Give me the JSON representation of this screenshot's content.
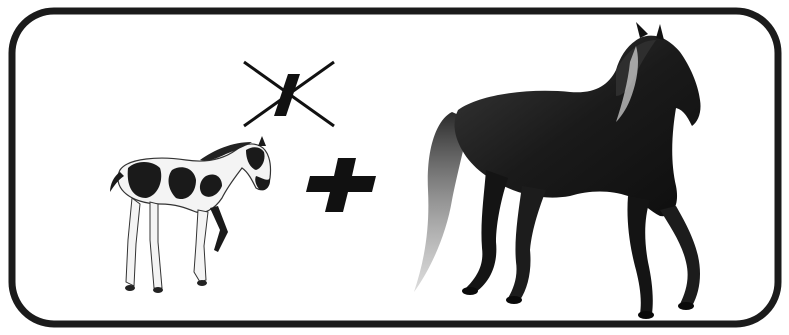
{
  "scene": {
    "panel_border_color": "#1b1b1b",
    "background_color": "#ffffff",
    "items": [
      {
        "name": "pinto-foal",
        "description_icon": "foal-icon"
      },
      {
        "name": "plus-sign",
        "description_icon": "plus-icon"
      },
      {
        "name": "black-horse",
        "description_icon": "horse-icon"
      },
      {
        "name": "crossed-out-symbol",
        "description_icon": "crossed-out-icon"
      }
    ],
    "colors": {
      "ink": "#111111",
      "foal_white": "#f4f4f4",
      "horse_black": "#1c1c1c"
    }
  }
}
